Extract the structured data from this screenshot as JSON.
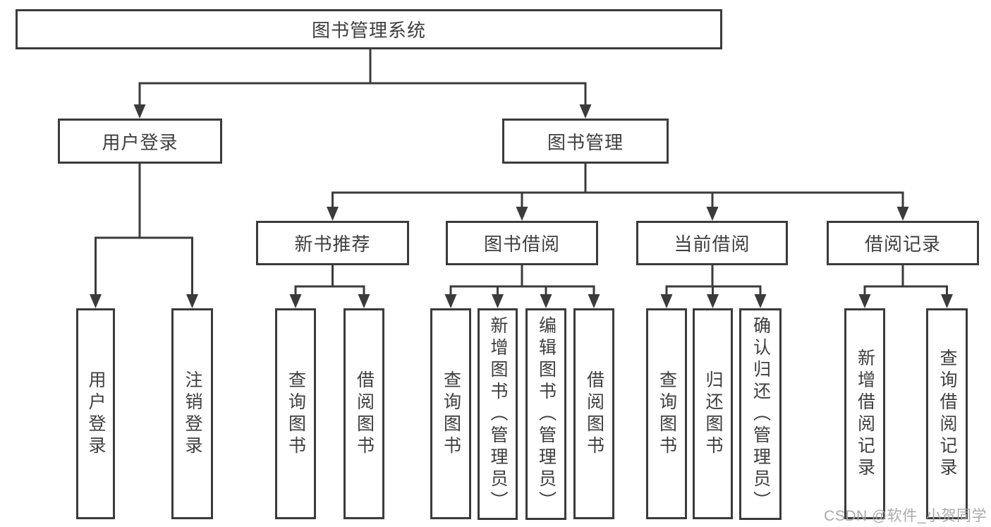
{
  "title": "图书管理系统",
  "colors": {
    "background": "#ffffff",
    "line": "#3b3b3b",
    "box_border": "#3b3b3b",
    "box_fill": "#ffffff",
    "text": "#3e3e3e",
    "watermark": "#a4a4a4"
  },
  "watermark": {
    "text": "CSDN @软件_小贺同学"
  },
  "tree": {
    "root": {
      "label": "图书管理系统"
    },
    "level2": [
      {
        "label": "用户登录"
      },
      {
        "label": "图书管理"
      }
    ],
    "level3": [
      {
        "label": "新书推荐"
      },
      {
        "label": "图书借阅"
      },
      {
        "label": "当前借阅"
      },
      {
        "label": "借阅记录"
      }
    ],
    "leaves": {
      "user_login": [
        {
          "label": "用户登录"
        },
        {
          "label": "注销登录"
        }
      ],
      "new_book": [
        {
          "label": "查询图书"
        },
        {
          "label": "借阅图书"
        }
      ],
      "book_borrow": [
        {
          "label": "查询图书"
        },
        {
          "label": "新增图书（管理员）"
        },
        {
          "label": "编辑图书（管理员）"
        },
        {
          "label": "借阅图书"
        }
      ],
      "current_borrow": [
        {
          "label": "查询图书"
        },
        {
          "label": "归还图书"
        },
        {
          "label": "确认归还（管理员）"
        }
      ],
      "borrow_record": [
        {
          "label": "新增借阅记录"
        },
        {
          "label": "查询借阅记录"
        }
      ]
    }
  }
}
